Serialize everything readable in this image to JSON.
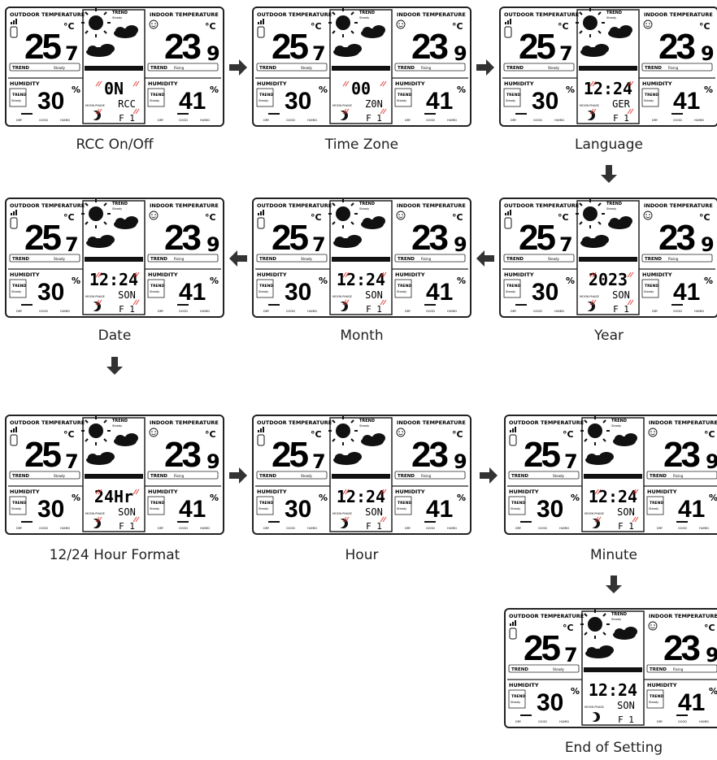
{
  "device": {
    "outdoor_label": "OUTDOOR TEMPERATURE",
    "indoor_label": "INDOOR TEMPERATURE",
    "outdoor_temp_int": "25",
    "outdoor_temp_dec": "7",
    "indoor_temp_int": "23",
    "indoor_temp_dec": "9",
    "unit": "°C",
    "trend_label": "TREND",
    "steady_label": "Steady",
    "rising_label": "Rising",
    "humidity_label": "HUMIDITY",
    "outdoor_humidity": "30",
    "indoor_humidity": "41",
    "percent": "%",
    "moon_phase_label": "MOON PHASE",
    "comfort_dry": "DRY",
    "comfort_good": "GOOD",
    "comfort_humid": "HUMID"
  },
  "steps": [
    {
      "caption": "RCC On/Off",
      "line1": "0N",
      "line2": "RCC",
      "line3": "F 1"
    },
    {
      "caption": "Time Zone",
      "line1": "00",
      "line2": "Z0N",
      "line3": "F 1"
    },
    {
      "caption": "Language",
      "line1": "12:24",
      "line2": "GER",
      "line3": "F 1"
    },
    {
      "caption": "Year",
      "line1": "2023",
      "line2": "SON",
      "line3": "F 1"
    },
    {
      "caption": "Month",
      "line1": "12:24",
      "line2": "SON",
      "line3": "F 1"
    },
    {
      "caption": "Date",
      "line1": "12:24",
      "line2": "SON",
      "line3": "F 1"
    },
    {
      "caption": "12/24 Hour Format",
      "line1": "24Hr",
      "line2": "SON",
      "line3": "F 1"
    },
    {
      "caption": "Hour",
      "line1": "12:24",
      "line2": "SON",
      "line3": "F 1"
    },
    {
      "caption": "Minute",
      "line1": "12:24",
      "line2": "SON",
      "line3": "F 1"
    },
    {
      "caption": "End of Setting",
      "line1": "12:24",
      "line2": "SON",
      "line3": "F 1"
    }
  ]
}
